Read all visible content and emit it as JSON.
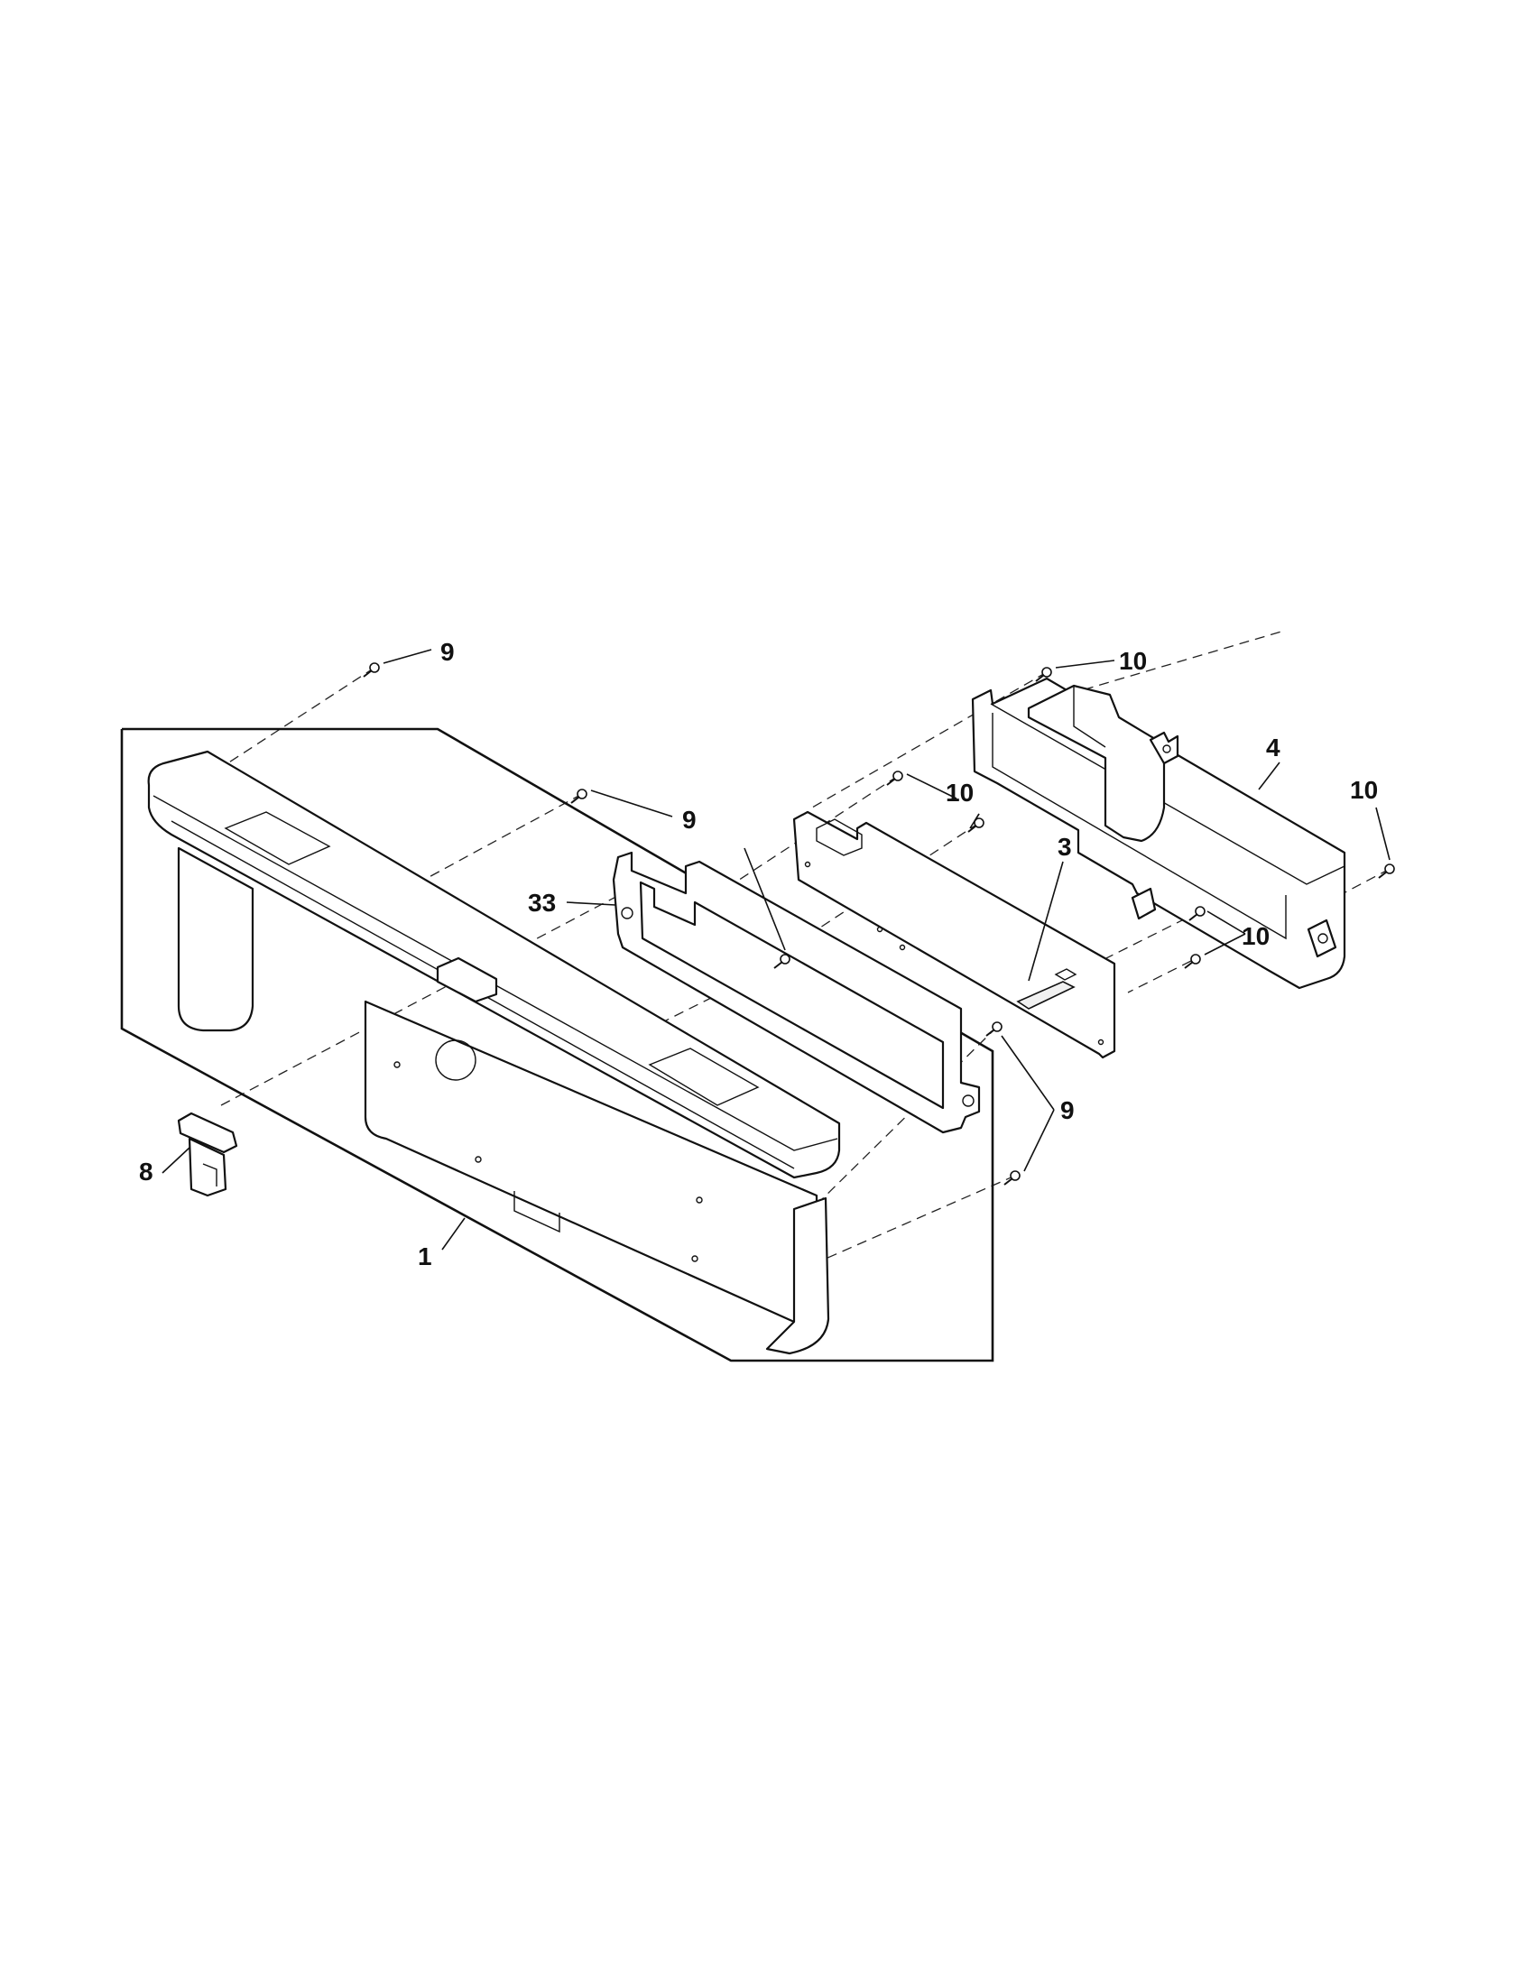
{
  "diagram": {
    "colors": {
      "line": "#111111",
      "background": "#ffffff"
    },
    "callouts": [
      {
        "id": "9-top",
        "label": "9"
      },
      {
        "id": "9-mid",
        "label": "9"
      },
      {
        "id": "9-low",
        "label": "9"
      },
      {
        "id": "33",
        "label": "33"
      },
      {
        "id": "10-top",
        "label": "10"
      },
      {
        "id": "10-mid",
        "label": "10"
      },
      {
        "id": "10-right",
        "label": "10"
      },
      {
        "id": "10-low",
        "label": "10"
      },
      {
        "id": "4",
        "label": "4"
      },
      {
        "id": "3",
        "label": "3"
      },
      {
        "id": "8",
        "label": "8"
      },
      {
        "id": "1",
        "label": "1"
      }
    ]
  }
}
